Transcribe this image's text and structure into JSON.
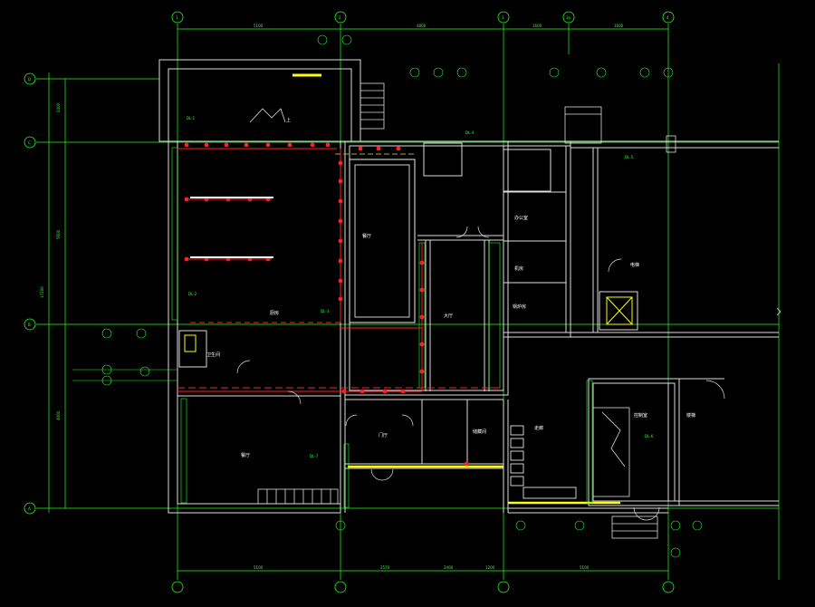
{
  "drawing": {
    "axes_top": [
      "1",
      "2",
      "3",
      "3a",
      "4"
    ],
    "axes_left": [
      "D",
      "C",
      "B",
      "A"
    ],
    "dims_top": [
      "5100",
      "4800",
      "1600",
      "1600"
    ],
    "dims_bottom": [
      "5100",
      "2570",
      "2400",
      "1200",
      "5100"
    ],
    "dims_left": [
      "2400",
      "5600",
      "4000"
    ],
    "dim_total_left": "17200",
    "rooms": {
      "stair": "楼梯",
      "kitchen": "厨房",
      "dining": "餐厅",
      "hall": "大厅",
      "office": "办公室",
      "restaurant": "餐厅",
      "lobby": "门厅",
      "storage": "储藏间",
      "wc": "卫生间",
      "corridor": "走廊",
      "machine": "机房",
      "boiler": "锅炉房",
      "control": "控制室",
      "elevator": "电梯"
    },
    "tags": [
      "DL-1",
      "DL-2",
      "DL-3",
      "DL-4",
      "DL-5",
      "DL-6",
      "DL-7"
    ],
    "up_label": "上"
  }
}
